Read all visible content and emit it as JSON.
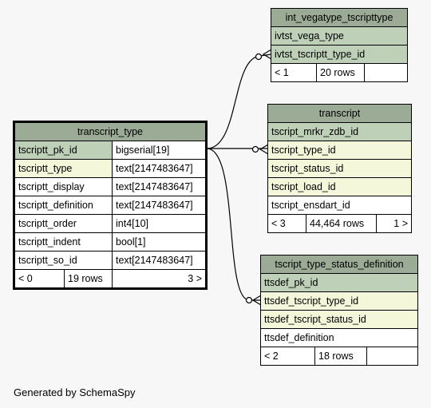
{
  "footer": {
    "generated_by": "Generated by SchemaSpy"
  },
  "tables": {
    "int_vegatype": {
      "name": "int_vegatype_tscripttype",
      "rows": [
        {
          "text": "ivtst_vega_type"
        },
        {
          "text": "ivtst_tscriptt_type_id"
        }
      ],
      "foot": [
        "< 1",
        "20 rows",
        ""
      ]
    },
    "transcript": {
      "name": "transcript",
      "rows": [
        {
          "text": "tscript_mrkr_zdb_id"
        },
        {
          "text": "tscript_type_id"
        },
        {
          "text": "tscript_status_id"
        },
        {
          "text": "tscript_load_id"
        },
        {
          "text": "tscript_ensdart_id"
        }
      ],
      "foot": [
        "< 3",
        "44,464 rows",
        "1 >"
      ]
    },
    "transcript_type": {
      "name": "transcript_type",
      "rows": [
        {
          "text": "tscriptt_pk_id",
          "type": "bigserial[19]"
        },
        {
          "text": "tscriptt_type",
          "type": "text[2147483647]"
        },
        {
          "text": "tscriptt_display",
          "type": "text[2147483647]"
        },
        {
          "text": "tscriptt_definition",
          "type": "text[2147483647]"
        },
        {
          "text": "tscriptt_order",
          "type": "int4[10]"
        },
        {
          "text": "tscriptt_indent",
          "type": "bool[1]"
        },
        {
          "text": "tscriptt_so_id",
          "type": "text[2147483647]"
        }
      ],
      "foot": [
        "< 0",
        "19 rows",
        "3 >"
      ]
    },
    "status_definition": {
      "name": "tscript_type_status_definition",
      "rows": [
        {
          "text": "ttsdef_pk_id"
        },
        {
          "text": "ttsdef_tscript_type_id"
        },
        {
          "text": "ttsdef_tscript_status_id"
        },
        {
          "text": "ttsdef_definition"
        }
      ],
      "foot": [
        "< 2",
        "18 rows",
        ""
      ]
    }
  }
}
